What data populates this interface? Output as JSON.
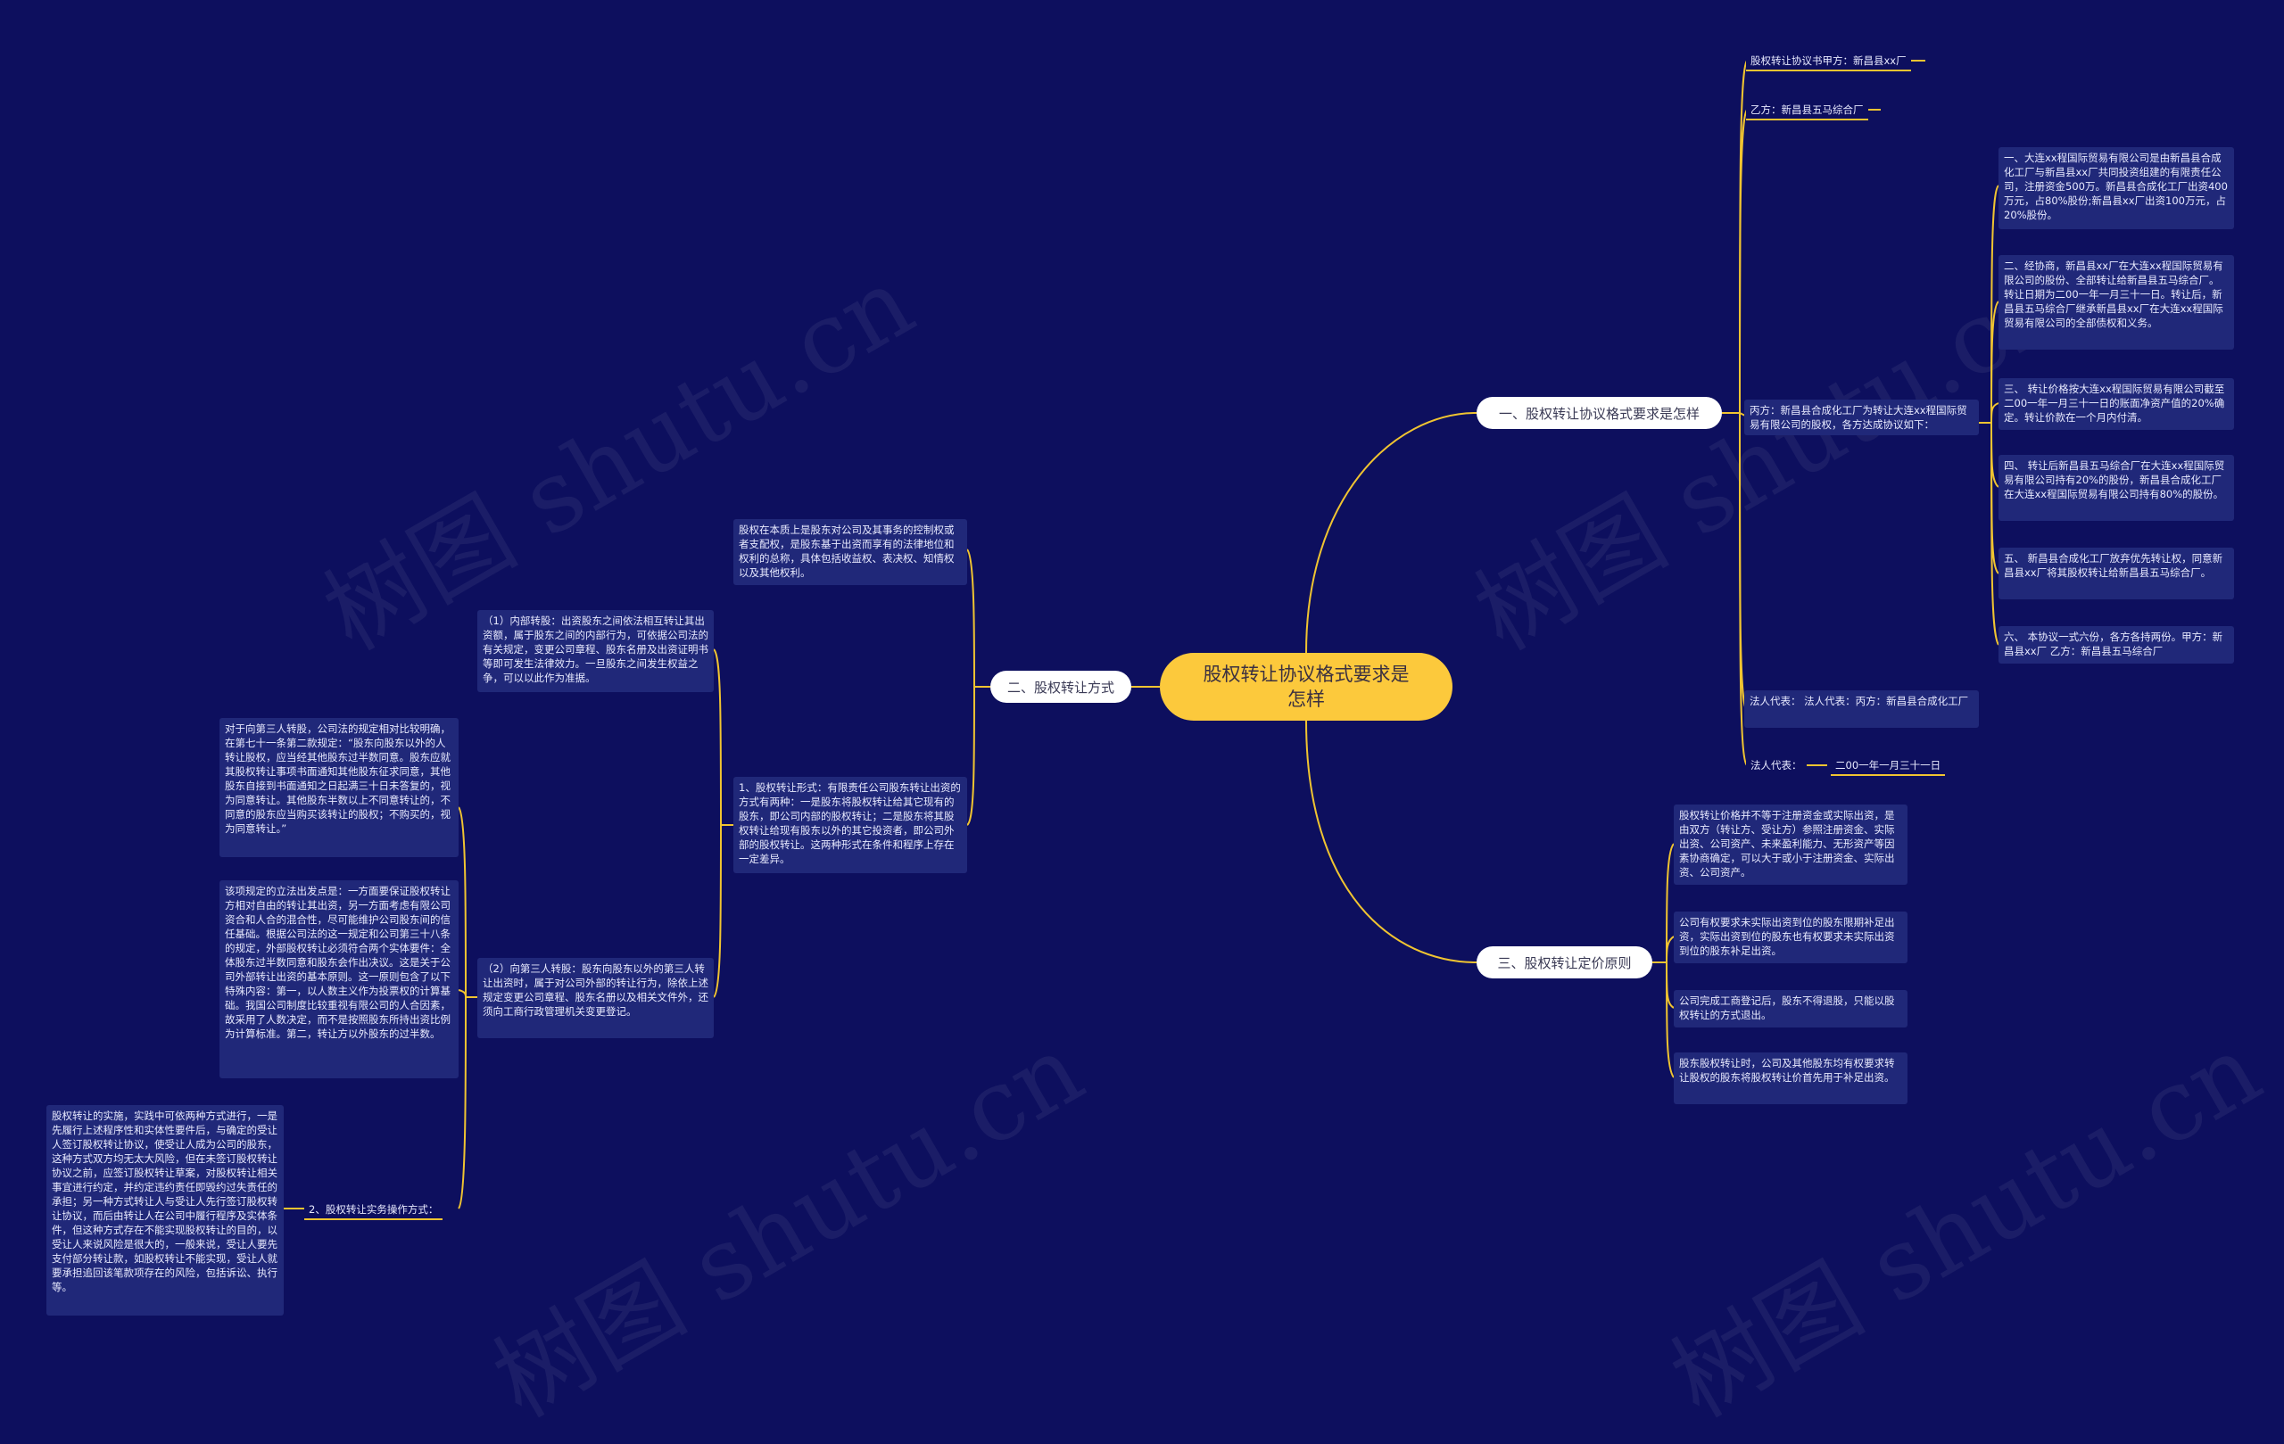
{
  "colors": {
    "background": "#0d0f5e",
    "root": "#fcc93c",
    "connector": "#f0c431",
    "leaf": "#202879"
  },
  "watermark": "树图 shutu.cn",
  "root": {
    "title": "股权转让协议格式要求是怎样"
  },
  "branch1": {
    "label": "一、股权转让协议格式要求是怎样",
    "party_a": "股权转让协议书甲方：新昌县xx厂",
    "party_b": "乙方：新昌县五马综合厂",
    "party_c": "丙方：新昌县合成化工厂为转让大连xx程国际贸易有限公司的股权，各方达成协议如下：",
    "clauses": [
      "一、大连xx程国际贸易有限公司是由新昌县合成化工厂与新昌县xx厂共同投资组建的有限责任公司，注册资金500万。新昌县合成化工厂出资400万元，占80%股份;新昌县xx厂出资100万元，占20%股份。",
      "二、经协商，新昌县xx厂在大连xx程国际贸易有限公司的股份、全部转让给新昌县五马综合厂。转让日期为二00一年一月三十一日。转让后，新昌县五马综合厂继承新昌县xx厂在大连xx程国际贸易有限公司的全部债权和义务。",
      "三、 转让价格按大连xx程国际贸易有限公司截至二00一年一月三十一日的账面净资产值的20%确定。转让价款在一个月内付清。",
      "四、 转让后新昌县五马综合厂在大连xx程国际贸易有限公司持有20%的股份，新昌县合成化工厂在大连xx程国际贸易有限公司持有80%的股份。",
      "五、 新昌县合成化工厂放弃优先转让权，同意新昌县xx厂将其股权转让给新昌县五马综合厂。",
      "六、 本协议一式六份，各方各持两份。甲方：新昌县xx厂 乙方：新昌县五马综合厂"
    ],
    "reps": "法人代表：  法人代表：丙方：新昌县合成化工厂",
    "rep_last": "法人代表：",
    "date": "二00一年一月三十一日"
  },
  "branch2": {
    "label": "二、股权转让方式",
    "intro": "股权在本质上是股东对公司及其事务的控制权或者支配权，是股东基于出资而享有的法律地位和权利的总称，具体包括收益权、表决权、知情权以及其他权利。",
    "form": "1、股权转让形式：有限责任公司股东转让出资的方式有两种：一是股东将股权转让给其它现有的股东，即公司内部的股权转让；二是股东将其股权转让给现有股东以外的其它投资者，即公司外部的股权转让。这两种形式在条件和程序上存在一定差异。",
    "internal": "（1）内部转股：出资股东之间依法相互转让其出资额，属于股东之间的内部行为，可依据公司法的有关规定，变更公司章程、股东名册及出资证明书等即可发生法律效力。一旦股东之间发生权益之争，可以以此作为准据。",
    "external": "（2）向第三人转股：股东向股东以外的第三人转让出资时，属于对公司外部的转让行为，除依上述规定变更公司章程、股东名册以及相关文件外，还须向工商行政管理机关变更登记。",
    "third_party_law": "对于向第三人转股，公司法的规定相对比较明确，在第七十一条第二款规定：“股东向股东以外的人转让股权，应当经其他股东过半数同意。股东应就其股权转让事项书面通知其他股东征求同意，其他股东自接到书面通知之日起满三十日未答复的，视为同意转让。其他股东半数以上不同意转让的，不同意的股东应当购买该转让的股权；不购买的，视为同意转让。”",
    "third_party_purpose": "该项规定的立法出发点是：一方面要保证股权转让方相对自由的转让其出资，另一方面考虑有限公司资合和人合的混合性，尽可能维护公司股东间的信任基础。根据公司法的这一规定和公司第三十八条的规定，外部股权转让必须符合两个实体要件：全体股东过半数同意和股东会作出决议。这是关于公司外部转让出资的基本原则。这一原则包含了以下特殊内容：第一，以人数主义作为投票权的计算基础。我国公司制度比较重视有限公司的人合因素，故采用了人数决定，而不是按照股东所持出资比例为计算标准。第二，转让方以外股东的过半数。",
    "practice_label": "2、股权转让实务操作方式：",
    "practice": "股权转让的实施，实践中可依两种方式进行，一是先履行上述程序性和实体性要件后，与确定的受让人签订股权转让协议，使受让人成为公司的股东，这种方式双方均无太大风险，但在未签订股权转让协议之前，应签订股权转让草案，对股权转让相关事宜进行约定，并约定违约责任即毁约过失责任的承担；另一种方式转让人与受让人先行签订股权转让协议，而后由转让人在公司中履行程序及实体条件，但这种方式存在不能实现股权转让的目的，以受让人来说风险是很大的，一般来说，受让人要先支付部分转让款，如股权转让不能实现，受让人就要承担追回该笔款项存在的风险，包括诉讼、执行等。"
  },
  "branch3": {
    "label": "三、股权转让定价原则",
    "items": [
      "股权转让价格并不等于注册资金或实际出资，是由双方（转让方、受让方）参照注册资金、实际出资、公司资产、未来盈利能力、无形资产等因素协商确定，可以大于或小于注册资金、实际出资、公司资产。",
      "公司有权要求未实际出资到位的股东限期补足出资，实际出资到位的股东也有权要求未实际出资到位的股东补足出资。",
      "公司完成工商登记后，股东不得退股，只能以股权转让的方式退出。",
      "股东股权转让时，公司及其他股东均有权要求转让股权的股东将股权转让价首先用于补足出资。"
    ]
  }
}
